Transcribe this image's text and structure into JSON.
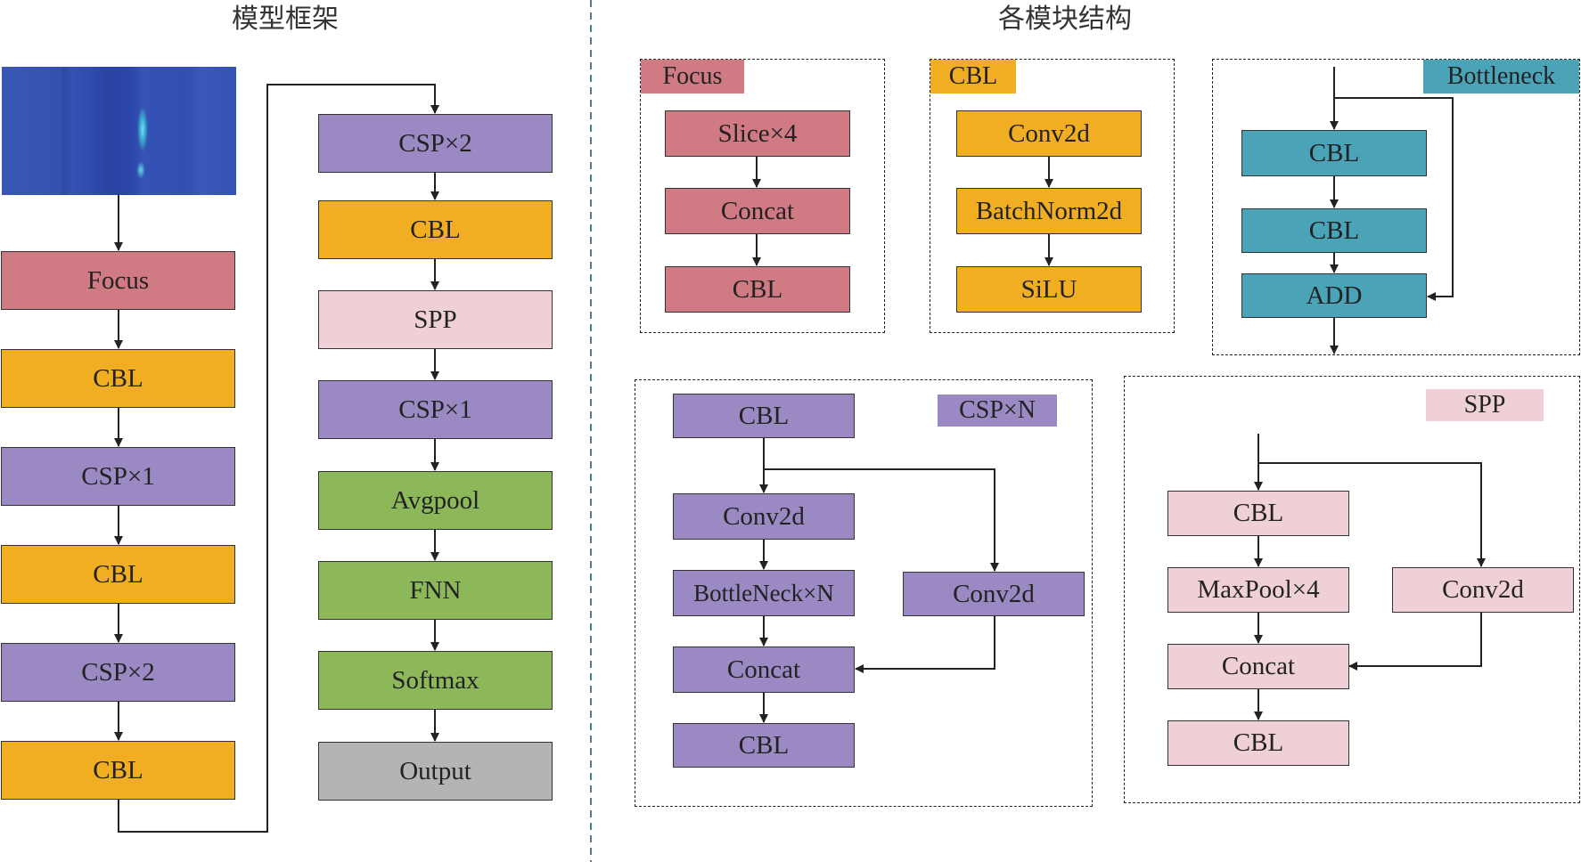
{
  "left_title": "模型框架",
  "right_title": "各模块结构",
  "main_chain": [
    {
      "label": "Focus",
      "color": "#d07a83"
    },
    {
      "label": "CBL",
      "color": "#f2ae23"
    },
    {
      "label": "CSP×1",
      "color": "#9b89c3"
    },
    {
      "label": "CBL",
      "color": "#f2ae23"
    },
    {
      "label": "CSP×2",
      "color": "#9b89c3"
    },
    {
      "label": "CBL",
      "color": "#f2ae23"
    },
    {
      "label": "CSP×2",
      "color": "#9b89c3"
    },
    {
      "label": "CBL",
      "color": "#f2ae23"
    },
    {
      "label": "SPP",
      "color": "#efd0d6"
    },
    {
      "label": "CSP×1",
      "color": "#9b89c3"
    },
    {
      "label": "Avgpool",
      "color": "#8cb85a"
    },
    {
      "label": "FNN",
      "color": "#8cb85a"
    },
    {
      "label": "Softmax",
      "color": "#8cb85a"
    },
    {
      "label": "Output",
      "color": "#b4b4b4"
    }
  ],
  "modules": {
    "focus": {
      "tag": "Focus",
      "blocks": [
        "Slice×4",
        "Concat",
        "CBL"
      ]
    },
    "cbl": {
      "tag": "CBL",
      "blocks": [
        "Conv2d",
        "BatchNorm2d",
        "SiLU"
      ]
    },
    "bottleneck": {
      "tag": "Bottleneck",
      "blocks": [
        "CBL",
        "CBL",
        "ADD"
      ]
    },
    "csp": {
      "tag": "CSP×N",
      "blocks": [
        "CBL",
        "Conv2d",
        "BottleNeck×N",
        "Concat",
        "CBL"
      ],
      "side": "Conv2d"
    },
    "spp": {
      "tag": "SPP",
      "blocks": [
        "CBL",
        "MaxPool×4",
        "Concat",
        "CBL"
      ],
      "side": "Conv2d"
    }
  }
}
